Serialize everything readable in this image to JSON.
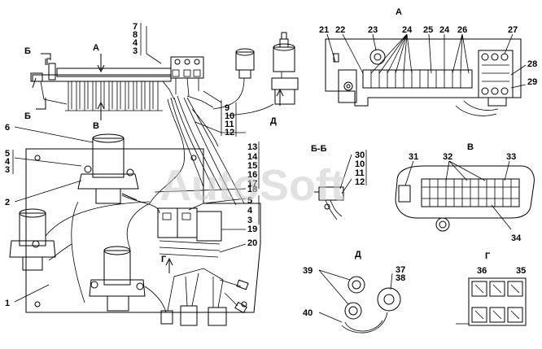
{
  "watermark": "AutoSoft",
  "view_labels": {
    "a_top": "А",
    "a_arrow": "А",
    "b_top": "Б",
    "b_bottom": "Б",
    "v_arrow": "В",
    "d_arrow": "Д",
    "g_arrow": "Г",
    "section_bb": "Б-Б",
    "view_v": "В",
    "view_d": "Д",
    "view_g": "Г"
  },
  "callouts": {
    "c1": "1",
    "c2": "2",
    "c3a": "3",
    "c4a": "4",
    "c5a": "5",
    "c6": "6",
    "c7": "7",
    "c8": "8",
    "c4b": "4",
    "c3b": "3",
    "c9": "9",
    "c10": "10",
    "c11": "11",
    "c12": "12",
    "c13": "13",
    "c14": "14",
    "c15": "15",
    "c16": "16",
    "c17": "17",
    "c18": "18",
    "c5b": "5",
    "c4c": "4",
    "c3c": "3",
    "c19": "19",
    "c20": "20",
    "c21": "21",
    "c22": "22",
    "c23": "23",
    "c24a": "24",
    "c25": "25",
    "c24b": "24",
    "c26": "26",
    "c27": "27",
    "c28": "28",
    "c29": "29",
    "c30": "30",
    "c10b": "10",
    "c11b": "11",
    "c12b": "12",
    "c31": "31",
    "c32": "32",
    "c33": "33",
    "c34": "34",
    "c35": "35",
    "c36": "36",
    "c37": "37",
    "c38": "38",
    "c39": "39",
    "c40": "40"
  }
}
